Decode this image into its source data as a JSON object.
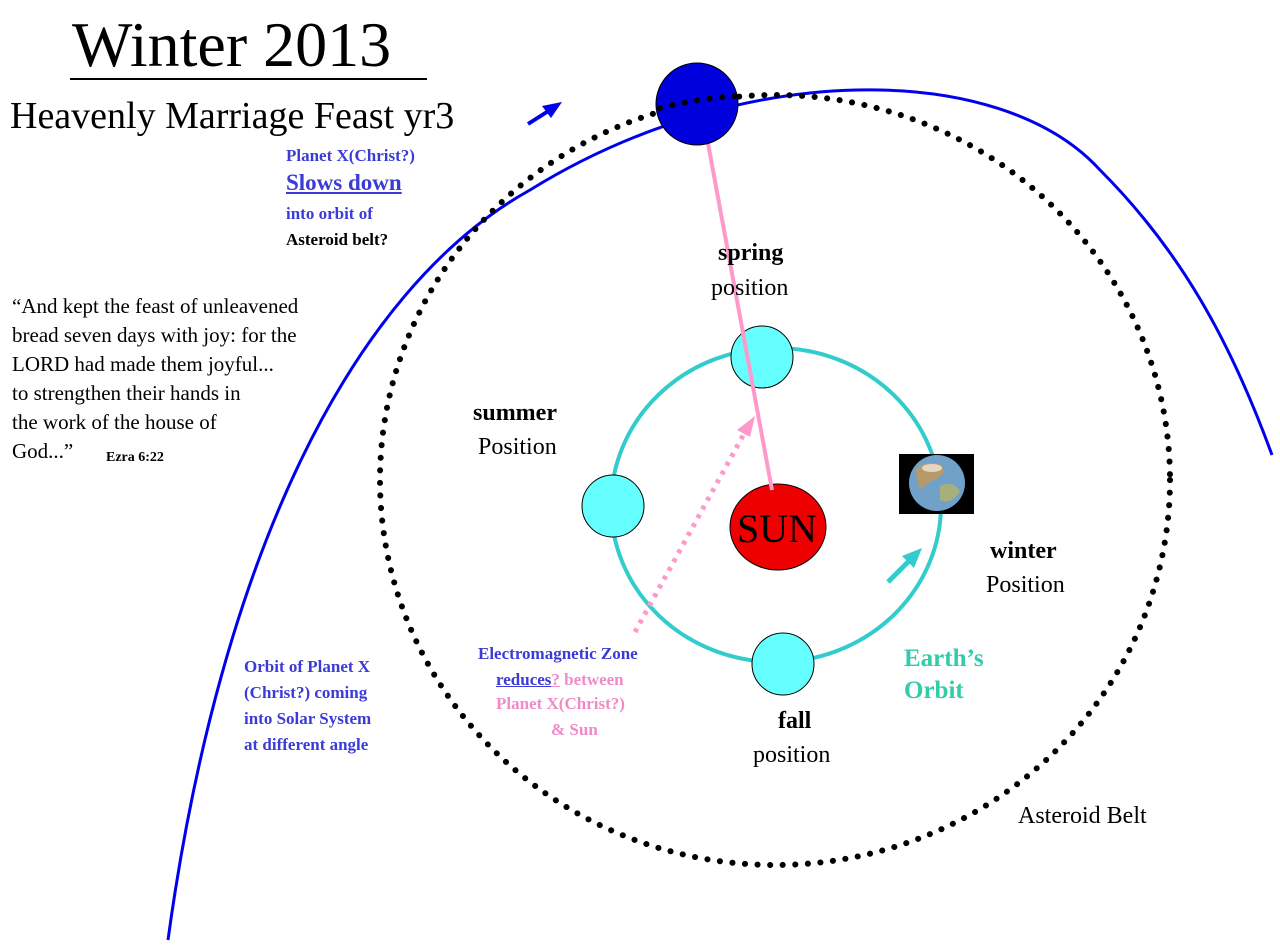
{
  "title": "Winter 2013",
  "subtitle": "Heavenly Marriage Feast yr3",
  "planet_x_note": {
    "line1": "Planet X(Christ?)",
    "line2": "Slows down",
    "line3": "into orbit of",
    "line4": "Asteroid belt?"
  },
  "quote": "“And kept the feast of unleavened\nbread seven days with joy: for the\nLORD had made them joyful...\nto strengthen their hands in\nthe work of the house of\nGod...”",
  "quote_citation": "Ezra 6:22",
  "seasons": {
    "spring": {
      "bold": "spring",
      "regular": "position"
    },
    "summer": {
      "bold": "summer",
      "regular": "Position"
    },
    "winter": {
      "bold": "winter",
      "regular": "Position"
    },
    "fall": {
      "bold": "fall",
      "regular": "position"
    }
  },
  "sun_label": "SUN",
  "orbit_planet_x_label": "Orbit of Planet X\n(Christ?) coming\ninto Solar System\nat different angle",
  "em_zone": {
    "line1": "Electromagnetic Zone",
    "line2_underlined": "reduces",
    "line2_mark": "?",
    "line2_rest": " between",
    "line3": "Planet X(Christ?)",
    "line4": "& Sun"
  },
  "earths_orbit_label": "Earth’s\nOrbit",
  "asteroid_belt_label": "Asteroid Belt",
  "colors": {
    "planet_x": "#0000dd",
    "planet_x_orbit": "#0000ee",
    "sun": "#ee0000",
    "earth_orbit": "#33cccc",
    "season_position": "#66ffff",
    "em_zone": "#ff99cc",
    "label_blue": "#3b3bd6",
    "earths_orbit_text": "#33ccaa"
  }
}
